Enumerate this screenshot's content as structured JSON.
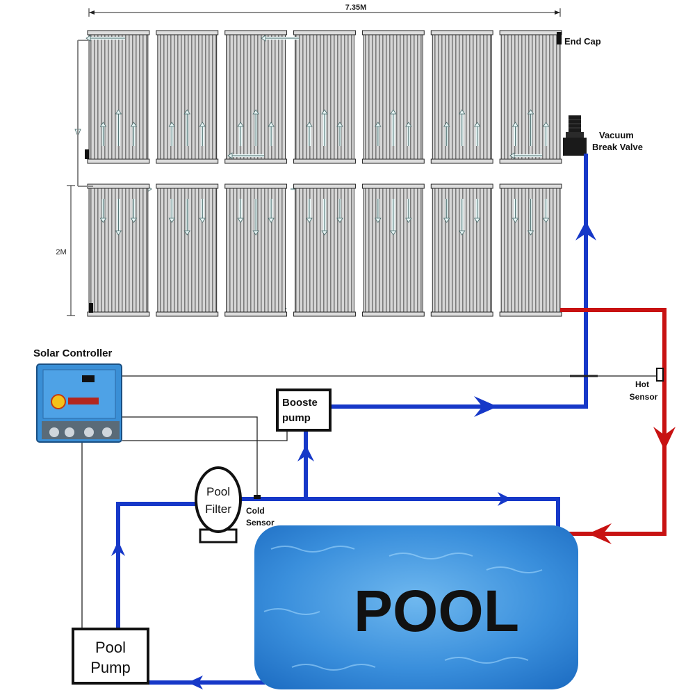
{
  "dimensions": {
    "width_label": "7.35M",
    "height_label": "2M"
  },
  "labels": {
    "end_cap": "End Cap",
    "vacuum_break_valve_line1": "Vacuum",
    "vacuum_break_valve_line2": "Break Valve",
    "solar_controller": "Solar Controller",
    "hot_sensor_line1": "Hot",
    "hot_sensor_line2": "Sensor",
    "cold_sensor_line1": "Cold",
    "cold_sensor_line2": "Sensor",
    "booster_pump_line1": "Booste",
    "booster_pump_line2": "pump",
    "pool_filter_line1": "Pool",
    "pool_filter_line2": "Filter",
    "pool_pump_line1": "Pool",
    "pool_pump_line2": "Pump",
    "pool": "POOL"
  },
  "colors": {
    "cold_pipe": "#1638c8",
    "hot_pipe": "#c81212",
    "panel_fill": "#c9c9c9",
    "panel_stripe": "#8a8a8a",
    "pool_water": "#3d8fd9",
    "controller_body": "#3a8fd6"
  },
  "panels": {
    "top_row_count": 7,
    "bottom_row_count": 7
  }
}
